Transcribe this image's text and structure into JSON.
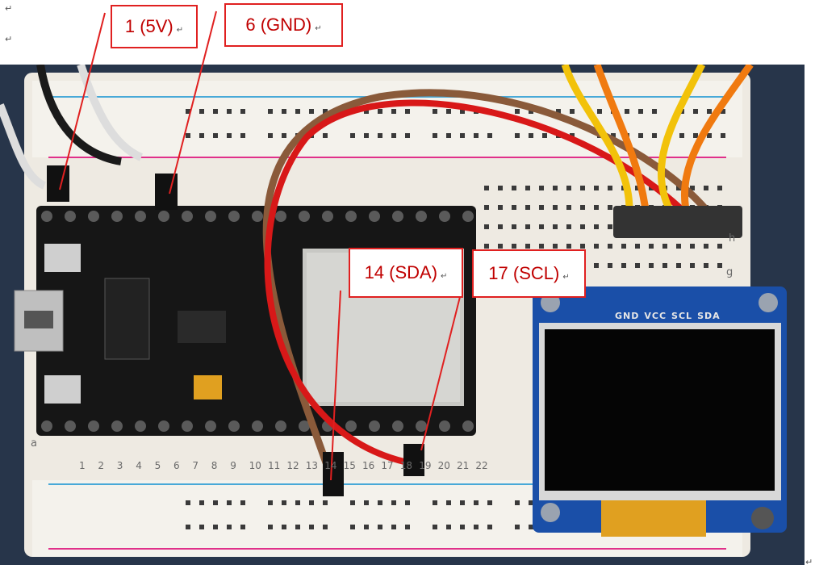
{
  "callouts": {
    "pin_5v": "1 (5V)",
    "pin_gnd": "6 (GND)",
    "pin_sda": "14 (SDA)",
    "pin_scl": "17 (SCL)"
  },
  "oled_pins": [
    "GND",
    "VCC",
    "SCL",
    "SDA"
  ],
  "breadboard_numbers": [
    "1",
    "2",
    "3",
    "4",
    "5",
    "6",
    "7",
    "8",
    "9",
    "10",
    "11",
    "12",
    "13",
    "14",
    "15",
    "16",
    "17",
    "18",
    "19",
    "20",
    "21",
    "22"
  ],
  "breadboard_row_letters": [
    "a",
    "g",
    "h"
  ],
  "para_mark": "↵",
  "colors": {
    "callout_border": "#e02020",
    "callout_text": "#c00000",
    "wire_red": "#d81818",
    "wire_brown": "#8a5a3a",
    "wire_yellow": "#f2c20a",
    "wire_orange": "#f07a10",
    "oled_board": "#1a4fa8",
    "esp32_board": "#161616"
  }
}
